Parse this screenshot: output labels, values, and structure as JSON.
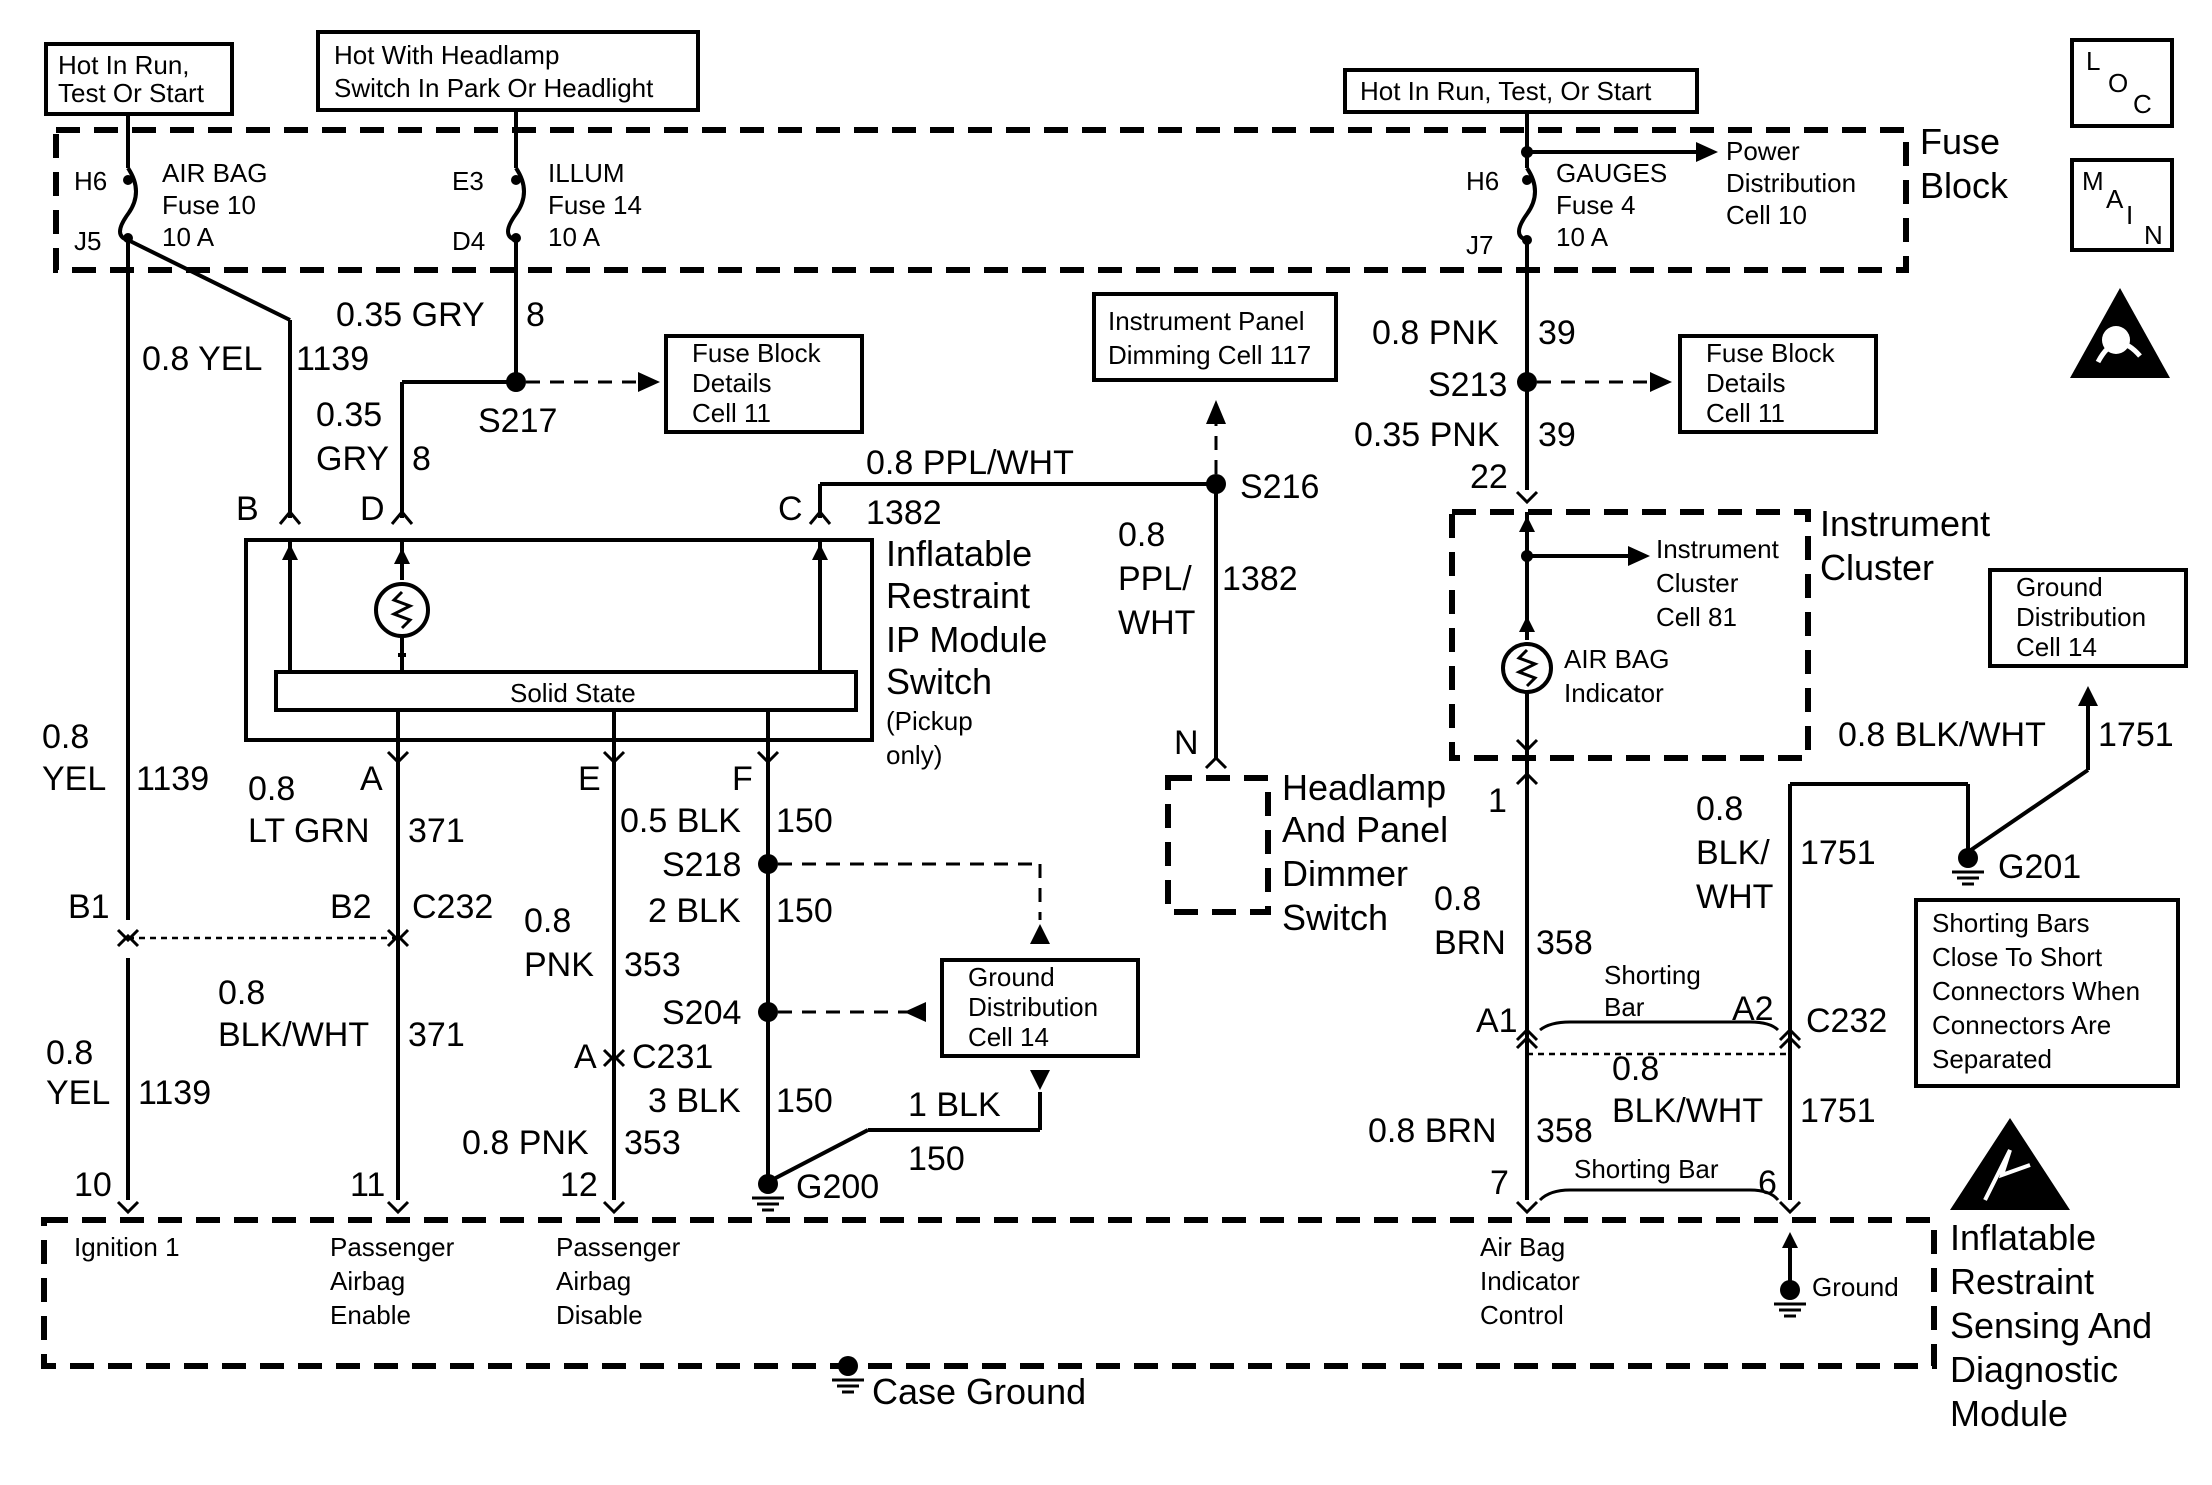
{
  "power_labels": {
    "hot_run_1": "Hot In Run,",
    "hot_run_2": "Test Or Start",
    "hot_headlamp_1": "Hot With Headlamp",
    "hot_headlamp_2": "Switch In Park Or Headlight",
    "hot_run_test_start": "Hot In Run, Test, Or Start"
  },
  "fuse_block": {
    "title_1": "Fuse",
    "title_2": "Block",
    "fuse10": {
      "in": "H6",
      "out": "J5",
      "name": "AIR BAG",
      "num": "Fuse 10",
      "amps": "10 A"
    },
    "fuse14": {
      "in": "E3",
      "out": "D4",
      "name": "ILLUM",
      "num": "Fuse 14",
      "amps": "10 A"
    },
    "fuse4": {
      "in": "H6",
      "out": "J7",
      "name": "GAUGES",
      "num": "Fuse 4",
      "amps": "10 A"
    },
    "power_dist_1": "Power",
    "power_dist_2": "Distribution",
    "power_dist_3": "Cell 10"
  },
  "icons": {
    "loc_1": "L",
    "loc_2": "O",
    "loc_3": "C",
    "main_1": "M",
    "main_2": "A",
    "main_3": "I",
    "main_4": "N"
  },
  "refs": {
    "fbd_1": "Fuse Block",
    "fbd_2": "Details",
    "fbd_3": "Cell 11",
    "ipd_1": "Instrument Panel",
    "ipd_2": "Dimming Cell 117",
    "gd_1": "Ground",
    "gd_2": "Distribution",
    "gd_3": "Cell 14",
    "ic_1": "Instrument",
    "ic_2": "Cluster",
    "ic_3": "Cell 81"
  },
  "wires": {
    "gry_a": "0.35 GRY",
    "gry_a_ckt": "8",
    "gry_b1": "0.35",
    "gry_b2": "GRY",
    "gry_b_ckt": "8",
    "yel_a": "0.8 YEL",
    "yel_a_ckt": "1139",
    "yel_b1": "0.8",
    "yel_b2": "YEL",
    "yel_b_ckt": "1139",
    "yel_c1": "0.8",
    "yel_c2": "YEL",
    "yel_c_ckt": "1139",
    "ppl_a": "0.8 PPL/WHT",
    "ppl_a_ckt": "1382",
    "ppl_b1": "0.8",
    "ppl_b2": "PPL/",
    "ppl_b3": "WHT",
    "ppl_b_ckt": "1382",
    "grn1": "0.8",
    "grn2": "LT GRN",
    "grn_ckt": "371",
    "bw_a1": "0.8",
    "bw_a2": "BLK/WHT",
    "bw_a_ckt": "371",
    "blk_a": "0.5 BLK",
    "blk_a_ckt": "150",
    "blk_b": "2 BLK",
    "blk_b_ckt": "150",
    "blk_c": "3 BLK",
    "blk_c_ckt": "150",
    "blk_d": "1 BLK",
    "blk_d_ckt": "150",
    "pnk_a1": "0.8",
    "pnk_a2": "PNK",
    "pnk_a_ckt": "353",
    "pnk_b": "0.8 PNK",
    "pnk_b_ckt": "353",
    "pnk_c": "0.8 PNK",
    "pnk_c_ckt": "39",
    "pnk_d": "0.35 PNK",
    "pnk_d_ckt": "39",
    "brn_a1": "0.8",
    "brn_a2": "BRN",
    "brn_a_ckt": "358",
    "brn_b": "0.8 BRN",
    "brn_b_ckt": "358",
    "bw_b": "0.8 BLK/WHT",
    "bw_b_ckt": "1751",
    "bw_c1": "0.8",
    "bw_c2": "BLK/",
    "bw_c3": "WHT",
    "bw_c_ckt": "1751",
    "bw_d1": "0.8",
    "bw_d2": "BLK/WHT",
    "bw_d_ckt": "1751"
  },
  "splices": {
    "s217": "S217",
    "s216": "S216",
    "s213": "S213",
    "s218": "S218",
    "s204": "S204"
  },
  "grounds": {
    "g200": "G200",
    "g201": "G201",
    "ground": "Ground",
    "case": "Case Ground"
  },
  "connectors": {
    "B": "B",
    "D": "D",
    "C": "C",
    "A": "A",
    "E": "E",
    "F": "F",
    "N": "N",
    "B1": "B1",
    "B2": "B2",
    "C232_l": "C232",
    "A_c231": "A",
    "C231": "C231",
    "A1": "A1",
    "A2": "A2",
    "C232_r": "C232",
    "p22": "22",
    "p1": "1",
    "p10": "10",
    "p11": "11",
    "p12": "12",
    "p7": "7",
    "p6": "6"
  },
  "components": {
    "ir_switch_1": "Inflatable",
    "ir_switch_2": "Restraint",
    "ir_switch_3": "IP Module",
    "ir_switch_4": "Switch",
    "ir_switch_5": "(Pickup",
    "ir_switch_6": "only)",
    "solid_state": "Solid State",
    "dimmer_1": "Headlamp",
    "dimmer_2": "And Panel",
    "dimmer_3": "Dimmer",
    "dimmer_4": "Switch",
    "cluster_1": "Instrument",
    "cluster_2": "Cluster",
    "airbag_ind_1": "AIR BAG",
    "airbag_ind_2": "Indicator",
    "shorting_bar_1": "Shorting",
    "shorting_bar_2": "Bar",
    "shorting_bar_3": "Shorting Bar",
    "sdm_1": "Inflatable",
    "sdm_2": "Restraint",
    "sdm_3": "Sensing And",
    "sdm_4": "Diagnostic",
    "sdm_5": "Module",
    "ign1": "Ignition 1",
    "pae_1": "Passenger",
    "pae_2": "Airbag",
    "pae_3": "Enable",
    "pad_1": "Passenger",
    "pad_2": "Airbag",
    "pad_3": "Disable",
    "aic_1": "Air Bag",
    "aic_2": "Indicator",
    "aic_3": "Control"
  },
  "note": {
    "l1": "Shorting Bars",
    "l2": "Close To Short",
    "l3": "Connectors When",
    "l4": "Connectors Are",
    "l5": "Separated"
  }
}
